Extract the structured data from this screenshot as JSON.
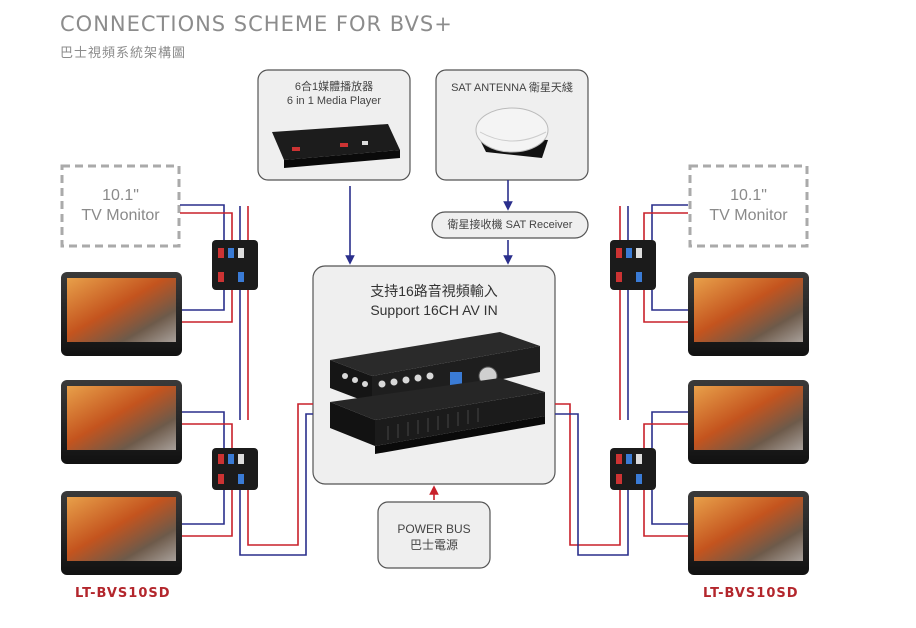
{
  "header": {
    "title": "CONNECTIONS SCHEME FOR BVS+",
    "subtitle": "巴士視頻系統架構圖"
  },
  "media_player": {
    "line1": "6合1媒體播放器",
    "line2": "6 in 1 Media Player"
  },
  "antenna": {
    "label": "SAT ANTENNA 衛星天綫"
  },
  "receiver": {
    "label": "衛星接收機  SAT Receiver"
  },
  "hub": {
    "line1": "支持16路音視頻輸入",
    "line2": "Support 16CH AV IN"
  },
  "power": {
    "line1": "POWER BUS",
    "line2": "巴士電源"
  },
  "monitors": {
    "left_placeholder": {
      "line1": "10.1\"",
      "line2": "TV Monitor"
    },
    "right_placeholder": {
      "line1": "10.1\"",
      "line2": "TV Monitor"
    }
  },
  "models": {
    "left": "LT-BVS10SD",
    "right": "LT-BVS10SD"
  },
  "colors": {
    "red": "#c8202a",
    "blue": "#2a2f8c",
    "gray_box": "#efefef"
  }
}
